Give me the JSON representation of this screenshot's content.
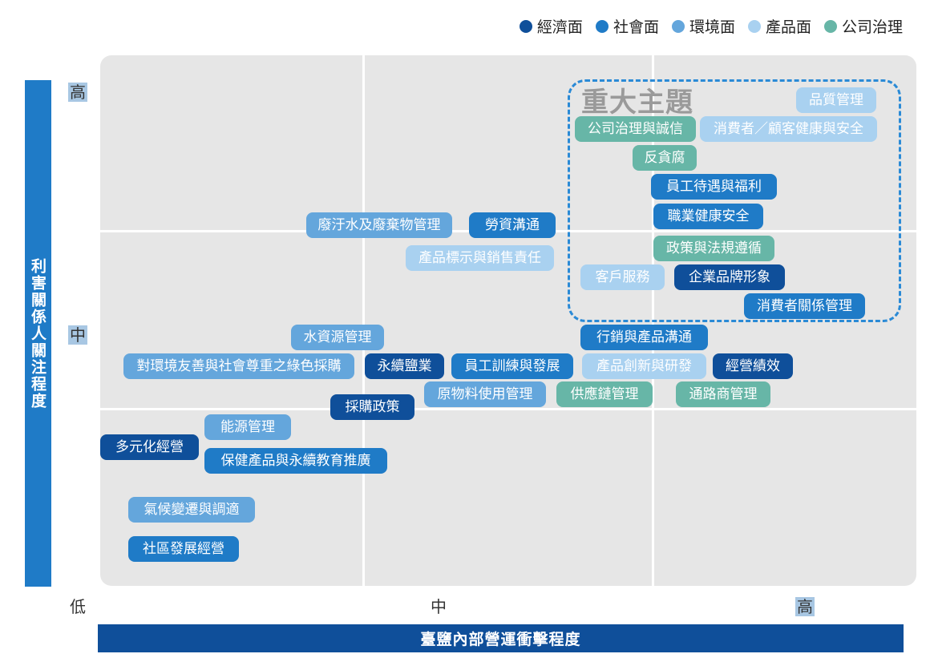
{
  "legend": [
    {
      "label": "經濟面",
      "color": "#0f4f9a"
    },
    {
      "label": "社會面",
      "color": "#1f7bc7"
    },
    {
      "label": "環境面",
      "color": "#64a6dc"
    },
    {
      "label": "產品面",
      "color": "#a9d1f0"
    },
    {
      "label": "公司治理",
      "color": "#67b6a7"
    }
  ],
  "zone_title": "重大主題",
  "y_axis": {
    "title": "利害關係人關注程度",
    "ticks": [
      "高",
      "中",
      "低"
    ]
  },
  "x_axis": {
    "title": "臺鹽內部營運衝擊程度",
    "ticks": [
      "中",
      "高"
    ]
  },
  "topics": [
    {
      "label": "品質管理",
      "category": "產品面"
    },
    {
      "label": "公司治理與誠信",
      "category": "公司治理"
    },
    {
      "label": "消費者／顧客健康與安全",
      "category": "產品面"
    },
    {
      "label": "反貪腐",
      "category": "公司治理"
    },
    {
      "label": "員工待遇與福利",
      "category": "社會面"
    },
    {
      "label": "職業健康安全",
      "category": "社會面"
    },
    {
      "label": "廢汙水及廢棄物管理",
      "category": "環境面"
    },
    {
      "label": "勞資溝通",
      "category": "社會面"
    },
    {
      "label": "政策與法規遵循",
      "category": "公司治理"
    },
    {
      "label": "產品標示與銷售責任",
      "category": "產品面"
    },
    {
      "label": "客戶服務",
      "category": "產品面"
    },
    {
      "label": "企業品牌形象",
      "category": "經濟面"
    },
    {
      "label": "消費者關係管理",
      "category": "社會面"
    },
    {
      "label": "水資源管理",
      "category": "環境面"
    },
    {
      "label": "行銷與產品溝通",
      "category": "社會面"
    },
    {
      "label": "對環境友善與社會尊重之綠色採購",
      "category": "環境面"
    },
    {
      "label": "永續鹽業",
      "category": "經濟面"
    },
    {
      "label": "員工訓練與發展",
      "category": "社會面"
    },
    {
      "label": "產品創新與研發",
      "category": "產品面"
    },
    {
      "label": "經營績效",
      "category": "經濟面"
    },
    {
      "label": "原物料使用管理",
      "category": "環境面"
    },
    {
      "label": "供應鏈管理",
      "category": "公司治理"
    },
    {
      "label": "通路商管理",
      "category": "公司治理"
    },
    {
      "label": "採購政策",
      "category": "經濟面"
    },
    {
      "label": "能源管理",
      "category": "環境面"
    },
    {
      "label": "多元化經營",
      "category": "經濟面"
    },
    {
      "label": "保健產品與永續教育推廣",
      "category": "社會面"
    },
    {
      "label": "氣候變遷與調適",
      "category": "環境面"
    },
    {
      "label": "社區發展經營",
      "category": "社會面"
    }
  ]
}
